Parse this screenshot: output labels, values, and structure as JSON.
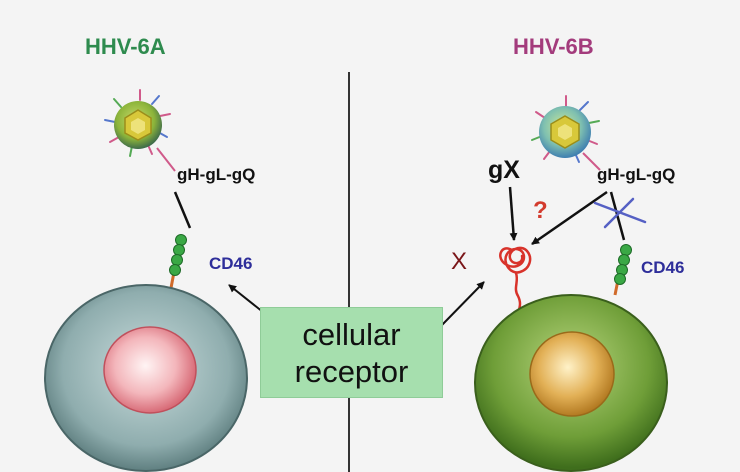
{
  "titles": {
    "left": "HHV-6A",
    "right": "HHV-6B"
  },
  "labels": {
    "gh_left": "gH-gL-gQ",
    "gh_right": "gH-gL-gQ",
    "gx": "gX",
    "cd46_left": "CD46",
    "cd46_right": "CD46",
    "x_mark": "X",
    "question": "?"
  },
  "receptor_box": {
    "line1": "cellular",
    "line2": "receptor"
  },
  "colors": {
    "title_left": "#2e8b4e",
    "title_right": "#a33b7c",
    "cd46_text": "#2e2e9a",
    "receptor_fill": "#a6dfae",
    "question": "#d33b2d",
    "block_x": "#5560c4",
    "red_receptor": "#d8322a",
    "cell_left_outer": "#8fadae",
    "cell_left_nucleus": "#e88e96",
    "cell_right_outer": "#6f9e38",
    "cell_right_nucleus": "#c8902e"
  },
  "icons": [
    "virus-icon",
    "cd46-receptor-icon",
    "cell-icon",
    "tangled-receptor-icon",
    "block-cross-icon"
  ]
}
